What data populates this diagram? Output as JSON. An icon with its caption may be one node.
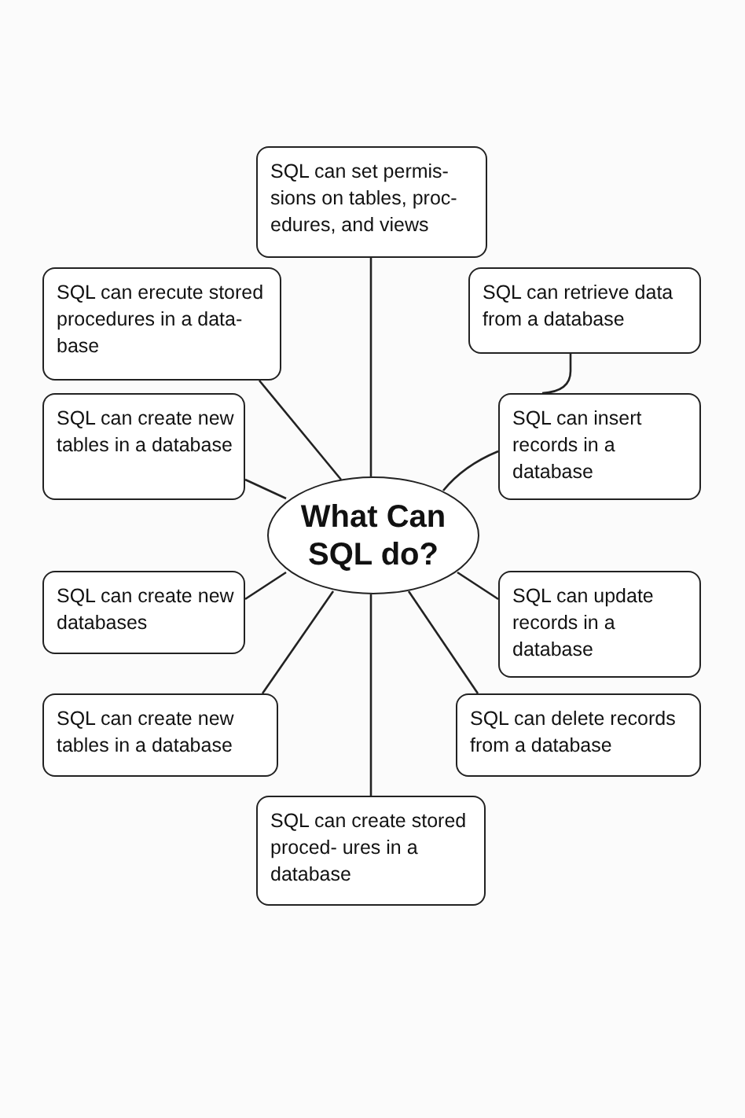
{
  "diagram": {
    "nodes": [
      {
        "text": [
          "SQL can set permis- sions on tables, proc- edures, and views"
        ]
      },
      {
        "text": [
          "SQL can erecute stored procedures in a data- base"
        ]
      },
      {
        "text": [
          "SQL can retrieve data from a database"
        ]
      },
      {
        "text": [
          "SQL can create new tables in a database"
        ]
      },
      {
        "text": [
          "SQL can insert records in a database"
        ]
      },
      {
        "text": [
          "What Can SQL do?"
        ]
      },
      {
        "text": [
          "SQL can create new databases"
        ]
      },
      {
        "text": [
          "SQL can update records in a database"
        ]
      },
      {
        "text": [
          "SQL can create new tables in a database"
        ]
      },
      {
        "text": [
          "SQL can delete records from a database"
        ]
      },
      {
        "text": [
          "SQL can create stored proced- ures in a database"
        ]
      }
    ],
    "edges": [
      {
        "from": 5,
        "to": 0,
        "arrow": "none"
      },
      {
        "from": 5,
        "to": 1,
        "arrow": "none"
      },
      {
        "from": 5,
        "to": 3,
        "arrow": "none"
      },
      {
        "from": 5,
        "to": 4,
        "arrow": "none"
      },
      {
        "from": 2,
        "to": 4,
        "arrow": "none"
      },
      {
        "from": 5,
        "to": 6,
        "arrow": "none"
      },
      {
        "from": 5,
        "to": 7,
        "arrow": "none"
      },
      {
        "from": 5,
        "to": 8,
        "arrow": "none"
      },
      {
        "from": 5,
        "to": 9,
        "arrow": "none"
      },
      {
        "from": 5,
        "to": 10,
        "arrow": "none"
      }
    ]
  }
}
